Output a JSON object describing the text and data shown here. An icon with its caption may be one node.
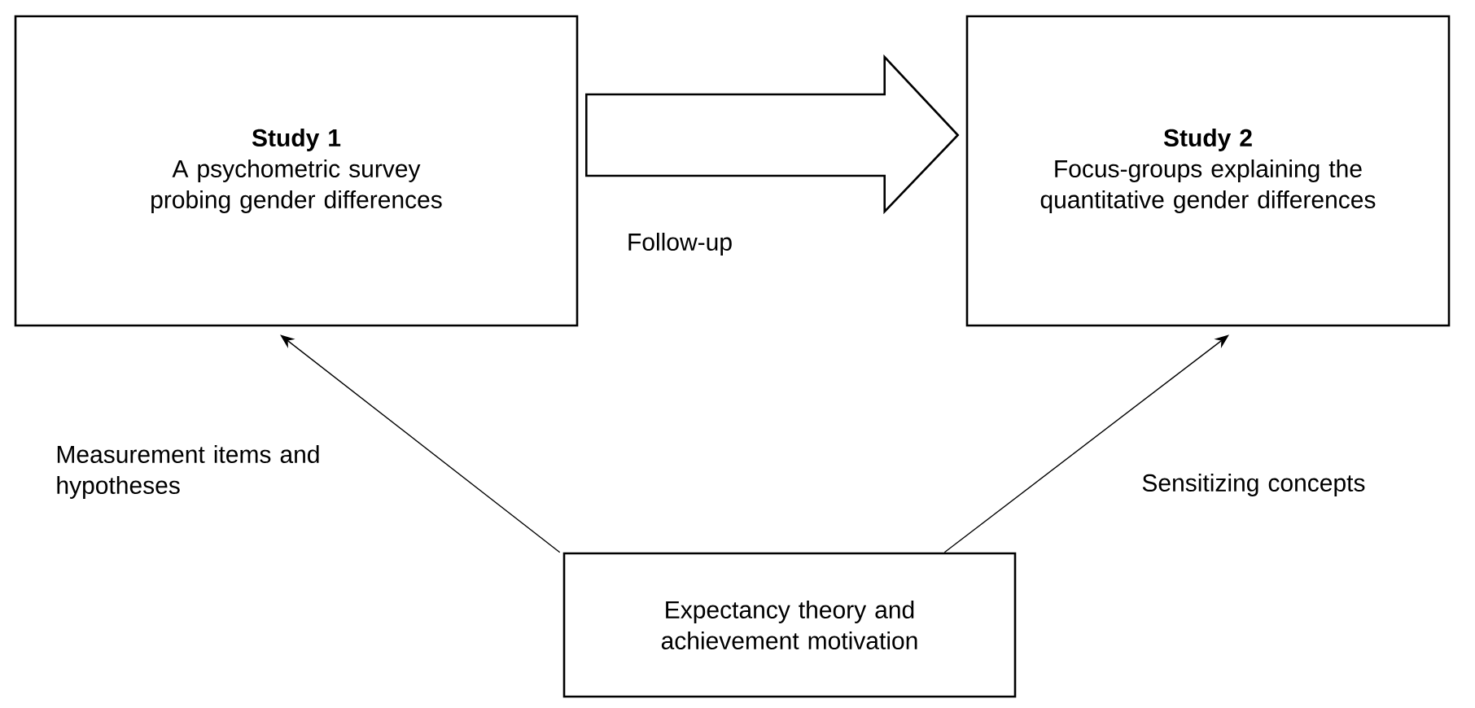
{
  "diagram": {
    "nodes": [
      {
        "text": [
          "Study 1",
          "A psychometric survey probing gender differences"
        ]
      },
      {
        "text": [
          "Study 2",
          "Focus-groups explaining the quantitative gender differences"
        ]
      },
      {
        "text": [
          "Expectancy theory and achievement motivation"
        ]
      }
    ],
    "edges": [
      {
        "from": 0,
        "to": 1,
        "arrow": "to",
        "label": "Follow-up",
        "style": "thick"
      },
      {
        "from": 2,
        "to": 0,
        "arrow": "to",
        "label": "Measurement items and hypotheses"
      },
      {
        "from": 2,
        "to": 1,
        "arrow": "to",
        "label": "Sensitizing concepts"
      }
    ]
  }
}
